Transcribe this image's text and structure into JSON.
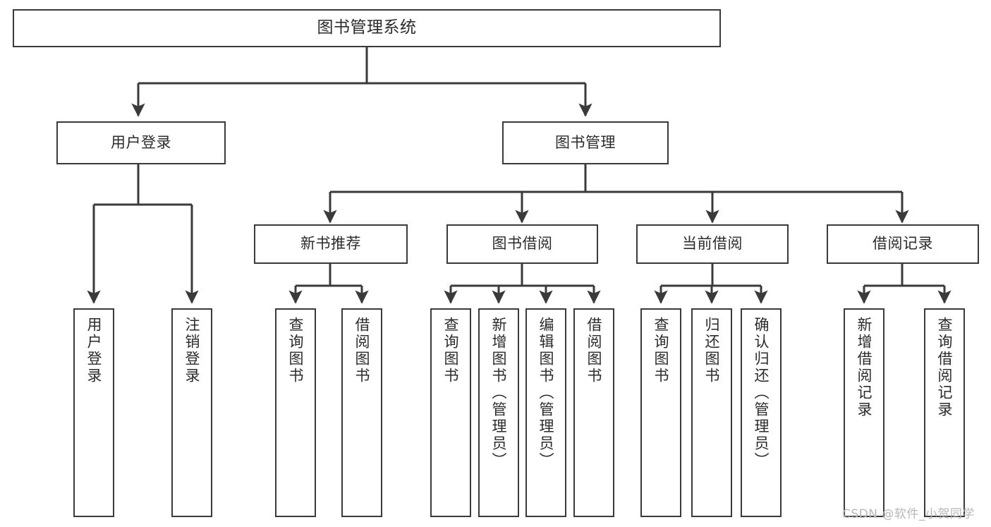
{
  "diagram": {
    "title": "图书管理系统",
    "type": "功能结构图",
    "colors": {
      "stroke": "#3a3a3a",
      "fill": "#ffffff",
      "text": "#2b2b2b",
      "watermark": "#b8b8b8"
    }
  },
  "watermark": {
    "text": "CSDN @软件_小贺同学"
  },
  "nodes": {
    "root": {
      "label": "图书管理系统"
    },
    "level1": [
      {
        "id": "user-login",
        "label": "用户登录"
      },
      {
        "id": "book-management",
        "label": "图书管理"
      }
    ],
    "level2": [
      {
        "id": "new-book-recommend",
        "label": "新书推荐"
      },
      {
        "id": "book-borrow",
        "label": "图书借阅"
      },
      {
        "id": "current-borrow",
        "label": "当前借阅"
      },
      {
        "id": "borrow-record",
        "label": "借阅记录"
      }
    ],
    "leaves": {
      "user-login": [
        {
          "id": "do-user-login",
          "label": "用户登录"
        },
        {
          "id": "do-user-logout",
          "label": "注销登录"
        }
      ],
      "new-book-recommend": [
        {
          "id": "query-book-rec",
          "label": "查询图书"
        },
        {
          "id": "borrow-book-rec",
          "label": "借阅图书"
        }
      ],
      "book-borrow": [
        {
          "id": "query-book-br",
          "label": "查询图书"
        },
        {
          "id": "add-book-admin",
          "label": "新增图书（管理员）"
        },
        {
          "id": "edit-book-admin",
          "label": "编辑图书（管理员）"
        },
        {
          "id": "borrow-book-br",
          "label": "借阅图书"
        }
      ],
      "current-borrow": [
        {
          "id": "query-book-cb",
          "label": "查询图书"
        },
        {
          "id": "return-book",
          "label": "归还图书"
        },
        {
          "id": "confirm-return-admin",
          "label": "确认归还（管理员）"
        }
      ],
      "borrow-record": [
        {
          "id": "add-borrow-record",
          "label": "新增借阅记录"
        },
        {
          "id": "query-borrow-record",
          "label": "查询借阅记录"
        }
      ]
    }
  },
  "chart_data": {
    "type": "diagram",
    "title": "图书管理系统",
    "tree": {
      "name": "图书管理系统",
      "children": [
        {
          "name": "用户登录",
          "children": [
            {
              "name": "用户登录"
            },
            {
              "name": "注销登录"
            }
          ]
        },
        {
          "name": "图书管理",
          "children": [
            {
              "name": "新书推荐",
              "children": [
                {
                  "name": "查询图书"
                },
                {
                  "name": "借阅图书"
                }
              ]
            },
            {
              "name": "图书借阅",
              "children": [
                {
                  "name": "查询图书"
                },
                {
                  "name": "新增图书（管理员）"
                },
                {
                  "name": "编辑图书（管理员）"
                },
                {
                  "name": "借阅图书"
                }
              ]
            },
            {
              "name": "当前借阅",
              "children": [
                {
                  "name": "查询图书"
                },
                {
                  "name": "归还图书"
                },
                {
                  "name": "确认归还（管理员）"
                }
              ]
            },
            {
              "name": "借阅记录",
              "children": [
                {
                  "name": "新增借阅记录"
                },
                {
                  "name": "查询借阅记录"
                }
              ]
            }
          ]
        }
      ]
    }
  }
}
